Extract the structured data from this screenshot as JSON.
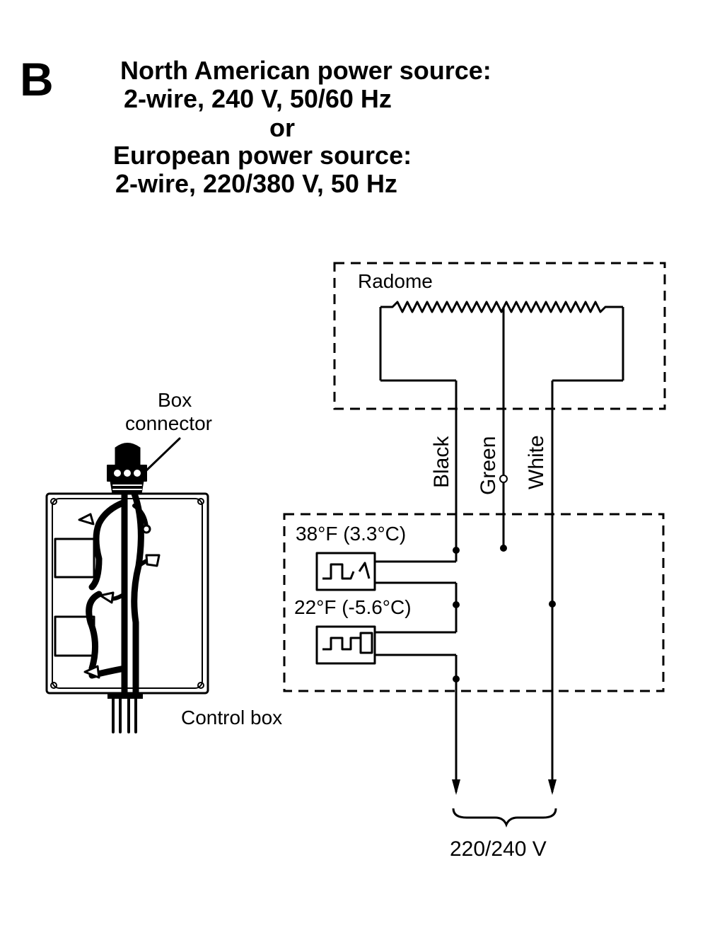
{
  "figure": {
    "panel_letter": "B",
    "heading": {
      "line1": "North American power source:",
      "line2": "2-wire, 240 V, 50/60 Hz",
      "line3": "or",
      "line4": "European power source:",
      "line5": "2-wire, 220/380 V, 50 Hz"
    }
  },
  "labels": {
    "box_connector_line1": "Box",
    "box_connector_line2": "connector",
    "control_box": "Control box",
    "radome": "Radome",
    "wire_black": "Black",
    "wire_green": "Green",
    "wire_white": "White",
    "thermostat_high": "38°F (3.3°C)",
    "thermostat_low": "22°F (-5.6°C)",
    "supply_voltage": "220/240 V"
  },
  "colors": {
    "ink": "#000000",
    "paper": "#ffffff"
  }
}
